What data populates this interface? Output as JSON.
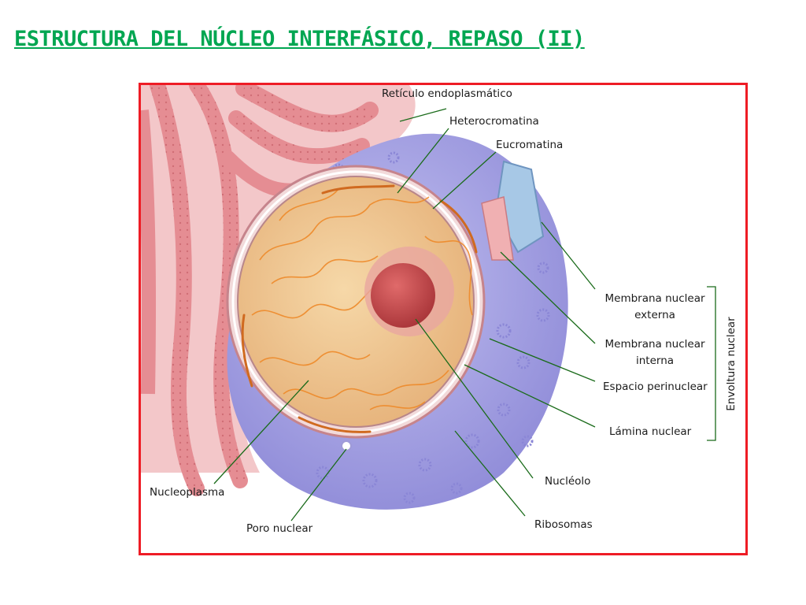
{
  "title": "ESTRUCTURA DEL NÚCLEO INTERFÁSICO, REPASO (II)",
  "colors": {
    "title": "#00a651",
    "frame": "#ee1c25",
    "leader_lines": "#1a6b1a",
    "cytoplasm": "#a9a6e6",
    "reticulum": "#e9979c",
    "nucleoplasm": "#f0c891",
    "chromatin": "#ee8a2a",
    "nucleolus": "#c94a4c"
  },
  "labels": {
    "reticulo": "Retículo endoplasmático",
    "heterocromatina": "Heterocromatina",
    "eucromatina": "Eucromatina",
    "membrana_externa_1": "Membrana nuclear",
    "membrana_externa_2": "externa",
    "membrana_interna_1": "Membrana nuclear",
    "membrana_interna_2": "interna",
    "espacio_perinuclear": "Espacio perinuclear",
    "lamina_nuclear": "Lámina nuclear",
    "nucleolo": "Nucléolo",
    "ribosomas": "Ribosomas",
    "nucleoplasma": "Nucleoplasma",
    "poro_nuclear": "Poro nuclear",
    "envoltura_nuclear": "Envoltura nuclear"
  }
}
